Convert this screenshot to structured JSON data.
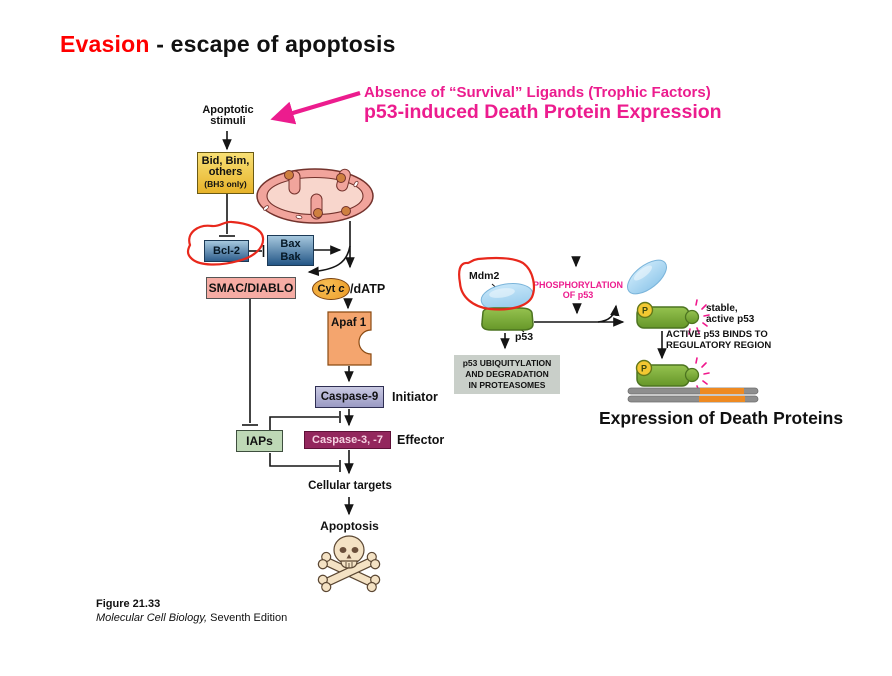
{
  "slide": {
    "title": {
      "highlight": "Evasion",
      "rest": " - escape of apoptosis"
    },
    "annotation": {
      "line1": "Absence of “Survival” Ligands (Trophic Factors)",
      "line2": "p53-induced Death Protein Expression"
    },
    "caption": {
      "figure": "Figure 21.33",
      "book": "Molecular Cell Biology,",
      "edition": " Seventh Edition"
    }
  },
  "pathway": {
    "stimuli": [
      "Apoptotic",
      "stimuli"
    ],
    "bid_bim": [
      "Bid, Bim,",
      "others",
      "(BH3 only)"
    ],
    "bcl2": "Bcl-2",
    "bax_bak": [
      "Bax",
      "Bak"
    ],
    "smac": "SMAC/DIABLO",
    "cytc_pre": "Cyt ",
    "cytc_italic": "c",
    "datp": "/dATP",
    "apaf1": "Apaf 1",
    "caspase9": "Caspase-9",
    "initiator": "Initiator",
    "iaps": "IAPs",
    "caspase3": "Caspase-3, -7",
    "effector": "Effector",
    "cellular_targets": "Cellular targets",
    "apoptosis": "Apoptosis"
  },
  "p53_panel": {
    "mdm2": "Mdm2",
    "phospho": [
      "PHOSPHORYLATION",
      "OF p53"
    ],
    "p53": "p53",
    "ubiq": [
      "p53 UBIQUITYLATION",
      "AND DEGRADATION",
      "IN PROTEASOMES"
    ],
    "stable": [
      "stable,",
      "active p53"
    ],
    "binds": [
      "ACTIVE p53 BINDS TO",
      "REGULATORY REGION"
    ],
    "p": "P",
    "expression": "Expression of Death Proteins"
  },
  "colors": {
    "title_red": "#FF0000",
    "magenta": "#EC1C8E",
    "pen_red": "#E8281C",
    "bid_gold": "#EFC33C",
    "bcl_blue": "#3E6E9A",
    "smac_salmon": "#F6ACA4",
    "cytc_orange": "#F2A535",
    "apaf_orange": "#F4A56E",
    "caspase9_lavender": "#ADADD2",
    "iaps_green": "#BED8B6",
    "caspase3_maroon": "#93275D",
    "ubiq_gray": "#C9CFC9",
    "p53_green": "#6FA02E",
    "mdm2_blue": "#A9D9F3",
    "dna_gray": "#8E8E8E",
    "dna_orange": "#EE8A22"
  }
}
